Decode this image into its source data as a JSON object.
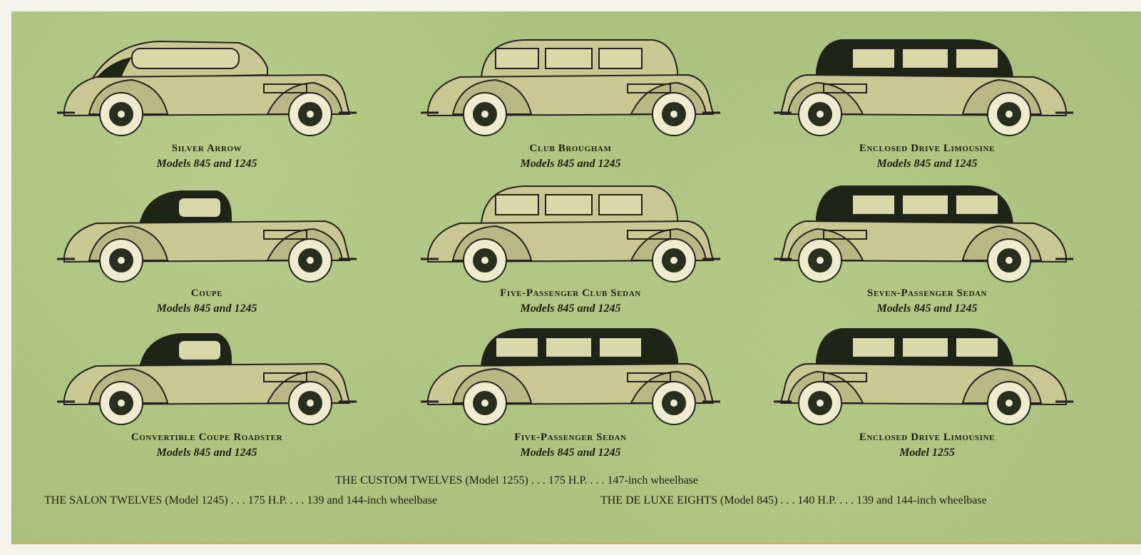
{
  "cars": [
    {
      "name": "Silver Arrow",
      "models": "Models 845 and 1245",
      "roof": "fastback"
    },
    {
      "name": "Club Brougham",
      "models": "Models 845 and 1245",
      "roof": "light"
    },
    {
      "name": "Enclosed Drive Limousine",
      "models": "Models 845 and 1245",
      "roof": "dark"
    },
    {
      "name": "Coupe",
      "models": "Models 845 and 1245",
      "roof": "coupe"
    },
    {
      "name": "Five-Passenger Club Sedan",
      "models": "Models 845 and 1245",
      "roof": "light"
    },
    {
      "name": "Seven-Passenger Sedan",
      "models": "Models 845 and 1245",
      "roof": "dark"
    },
    {
      "name": "Convertible Coupe Roadster",
      "models": "Models 845 and 1245",
      "roof": "coupe"
    },
    {
      "name": "Five-Passenger Sedan",
      "models": "Models 845 and 1245",
      "roof": "dark"
    },
    {
      "name": "Enclosed Drive Limousine",
      "models": "Model 1255",
      "roof": "dark"
    }
  ],
  "footer": {
    "custom_twelves": "THE CUSTOM TWELVES (Model 1255) . . . 175 H.P. . . . 147-inch wheelbase",
    "salon_twelves": "THE SALON TWELVES (Model 1245) . . . 175 H.P. . . . 139 and 144-inch wheelbase",
    "deluxe_eights": "THE DE LUXE EIGHTS (Model 845) . . . 140 H.P. . . . 139 and 144-inch wheelbase"
  },
  "colors": {
    "background": "#a9c27c",
    "body": "#c9c792",
    "dark": "#1e2416",
    "tire": "#eeebce"
  }
}
